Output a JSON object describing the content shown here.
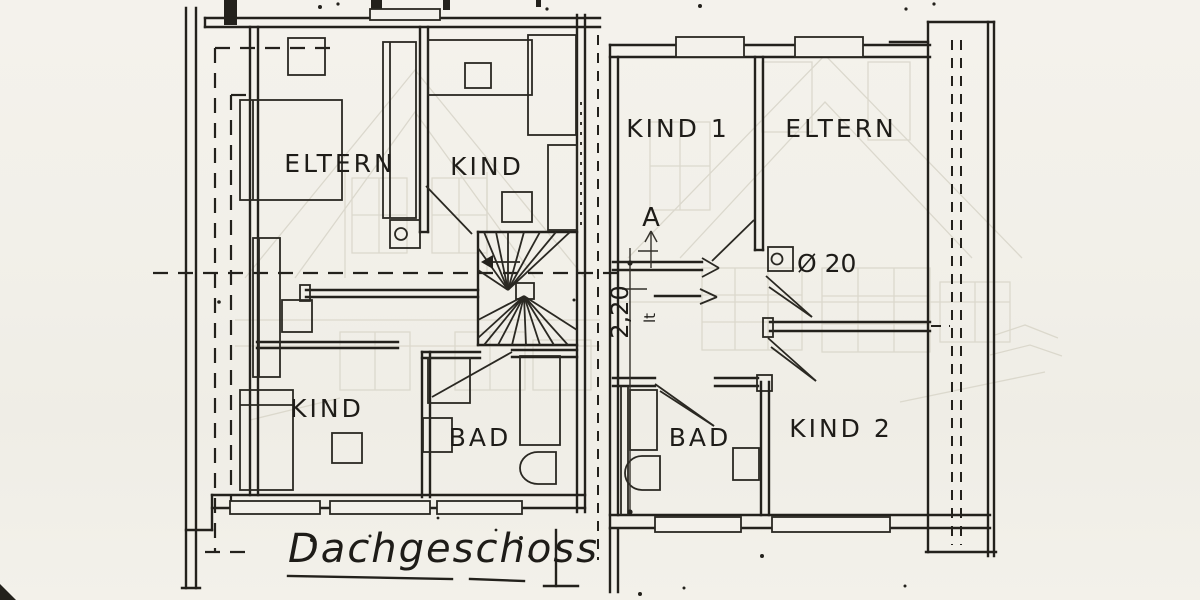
{
  "plan_title": "Dachgeschoss",
  "left_unit": {
    "rooms": {
      "parents": "ELTERN",
      "child_top": "KIND",
      "child_bottom": "KIND",
      "bath": "BAD"
    }
  },
  "right_unit": {
    "rooms": {
      "child1": "KIND 1",
      "parents": "ELTERN",
      "bath": "BAD",
      "child2": "KIND 2"
    },
    "annotations": {
      "section_marker": "A",
      "clear_height": "2,20",
      "clear_height_suffix": "lt",
      "chimney_diameter": "Ø 20"
    }
  }
}
